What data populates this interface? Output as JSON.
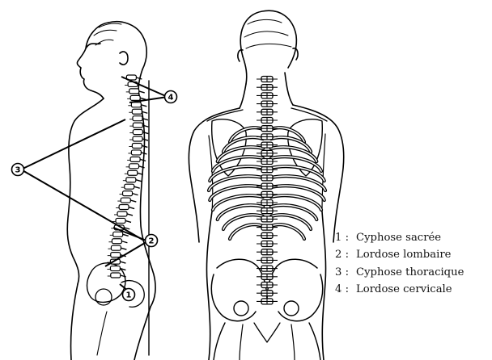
{
  "callouts": [
    {
      "number": "1",
      "label": "Cyphose sacrée"
    },
    {
      "number": "2",
      "label": "Lordose lombaire"
    },
    {
      "number": "3",
      "label": "Cyphose thoracique"
    },
    {
      "number": "4",
      "label": "Lordose cervicale"
    }
  ],
  "legend": {
    "separator": ":",
    "items": [
      {
        "number": "1",
        "text": "Cyphose sacrée"
      },
      {
        "number": "2",
        "text": "Lordose lombaire"
      },
      {
        "number": "3",
        "text": "Cyphose thoracique"
      },
      {
        "number": "4",
        "text": "Lordose cervicale"
      }
    ]
  }
}
